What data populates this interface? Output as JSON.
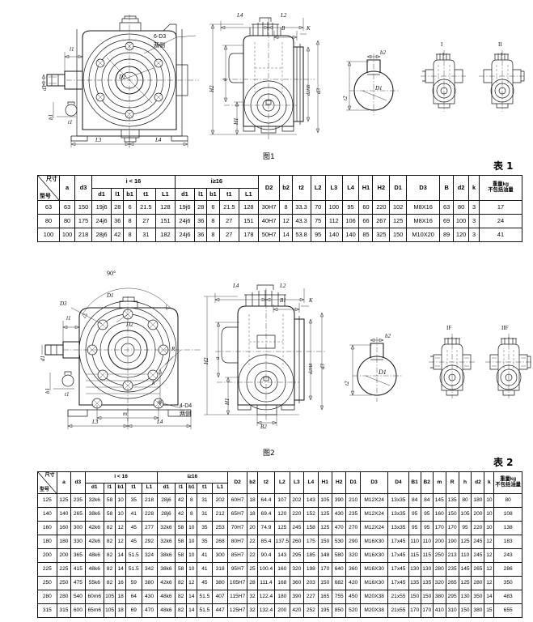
{
  "figures": {
    "fig1": {
      "caption": "图1",
      "labels": {
        "bolt_note": "6-D3",
        "bolt_note_side": "两侧",
        "d2_bore": "D2",
        "l1": "l1",
        "d1": "d1",
        "b1": "b1",
        "t1": "t1",
        "l3": "L3",
        "l4": "L4",
        "h1": "H1",
        "h2": "H2",
        "a": "a",
        "L4_top": "L4",
        "L2_top": "L2",
        "B": "B",
        "K": "K",
        "d2H8": "d2H8",
        "d3": "d3",
        "b2": "b2",
        "D1": "D1",
        "t2": "t2",
        "view_I": "I",
        "view_II": "II"
      }
    },
    "fig2": {
      "caption": "图2",
      "labels": {
        "angle": "90°",
        "D1": "D1",
        "D3": "D3",
        "D2": "D2",
        "R": "R",
        "h": "h",
        "m": "m",
        "bolt_note": "4-D4",
        "bolt_note_side": "两侧",
        "l1": "l1",
        "d1": "d1",
        "b1": "b1",
        "t1": "t1",
        "L3": "L3",
        "L4": "L4",
        "H1": "H1",
        "H2": "H2",
        "a": "a",
        "L4_top": "L4",
        "L2_top": "L2",
        "B1": "B1",
        "B2": "B2",
        "K": "K",
        "d2H8": "d2H8",
        "d3": "d3",
        "b2": "b2",
        "keyway_D1": "D1",
        "t2": "t2",
        "view_IF": "IF",
        "view_IIF": "IIF"
      }
    }
  },
  "table1": {
    "caption": "表 1",
    "corner_top": "尺寸",
    "corner_bottom": "型号",
    "group_i_lt": "i < 16",
    "group_i_ge": "i≥16",
    "headers": [
      "a",
      "d3",
      "d1",
      "l1",
      "b1",
      "t1",
      "L1",
      "d1",
      "l1",
      "b1",
      "t1",
      "L1",
      "D2",
      "b2",
      "t2",
      "L2",
      "L3",
      "L4",
      "H1",
      "H2",
      "D1",
      "D3",
      "B",
      "d2",
      "k"
    ],
    "weight_header_line1": "重量kg",
    "weight_header_line2": "不包括油量",
    "rows": [
      {
        "model": "63",
        "cells": [
          "63",
          "150",
          "19j6",
          "28",
          "6",
          "21.5",
          "128",
          "19j6",
          "28",
          "6",
          "21.5",
          "128",
          "30H7",
          "8",
          "33.3",
          "70",
          "100",
          "95",
          "60",
          "220",
          "102",
          "M8X16",
          "63",
          "80",
          "3"
        ],
        "weight": "17"
      },
      {
        "model": "80",
        "cells": [
          "80",
          "175",
          "24j6",
          "36",
          "8",
          "27",
          "151",
          "24j6",
          "36",
          "8",
          "27",
          "151",
          "40H7",
          "12",
          "43.3",
          "75",
          "112",
          "106",
          "66",
          "267",
          "125",
          "M8X16",
          "69",
          "100",
          "3"
        ],
        "weight": "24"
      },
      {
        "model": "100",
        "cells": [
          "100",
          "218",
          "28j6",
          "42",
          "8",
          "31",
          "182",
          "24j6",
          "36",
          "8",
          "27",
          "178",
          "50H7",
          "14",
          "53.8",
          "95",
          "140",
          "140",
          "85",
          "325",
          "150",
          "M10X20",
          "89",
          "120",
          "3"
        ],
        "weight": "41"
      }
    ]
  },
  "table2": {
    "caption": "表 2",
    "corner_top": "尺寸",
    "corner_bottom": "型号",
    "group_i_lt": "i < 16",
    "group_i_ge": "i≥16",
    "headers": [
      "a",
      "d3",
      "d1",
      "l1",
      "b1",
      "t1",
      "L1",
      "d1",
      "l1",
      "b1",
      "t1",
      "L1",
      "D2",
      "b2",
      "t2",
      "L2",
      "L3",
      "L4",
      "H1",
      "H2",
      "D1",
      "D3",
      "D4",
      "B1",
      "B2",
      "m",
      "R",
      "h",
      "d2",
      "k"
    ],
    "weight_header_line1": "重量kg",
    "weight_header_line2": "不包括油量",
    "rows": [
      {
        "model": "125",
        "cells": [
          "125",
          "235",
          "32k6",
          "58",
          "10",
          "35",
          "218",
          "28j6",
          "42",
          "8",
          "31",
          "202",
          "60H7",
          "18",
          "64.4",
          "107",
          "202",
          "143",
          "105",
          "390",
          "210",
          "M12X24",
          "13x35",
          "84",
          "84",
          "145",
          "135",
          "80",
          "180",
          "10"
        ],
        "weight": "80"
      },
      {
        "model": "140",
        "cells": [
          "140",
          "265",
          "38k6",
          "58",
          "10",
          "41",
          "228",
          "28j6",
          "42",
          "8",
          "31",
          "212",
          "65H7",
          "18",
          "69.4",
          "120",
          "220",
          "152",
          "125",
          "430",
          "235",
          "M12X24",
          "13x35",
          "95",
          "95",
          "160",
          "150",
          "105",
          "200",
          "10"
        ],
        "weight": "108"
      },
      {
        "model": "160",
        "cells": [
          "160",
          "300",
          "42k6",
          "82",
          "12",
          "45",
          "277",
          "32k6",
          "58",
          "10",
          "35",
          "253",
          "70H7",
          "20",
          "74.9",
          "125",
          "245",
          "158",
          "125",
          "470",
          "270",
          "M12X24",
          "13x35",
          "95",
          "95",
          "170",
          "170",
          "95",
          "220",
          "10"
        ],
        "weight": "138"
      },
      {
        "model": "180",
        "cells": [
          "180",
          "330",
          "42k6",
          "82",
          "12",
          "45",
          "292",
          "32k6",
          "58",
          "10",
          "35",
          "268",
          "80H7",
          "22",
          "85.4",
          "137.5",
          "260",
          "175",
          "150",
          "530",
          "290",
          "M16X30",
          "17x45",
          "110",
          "110",
          "200",
          "190",
          "125",
          "245",
          "12"
        ],
        "weight": "183"
      },
      {
        "model": "200",
        "cells": [
          "200",
          "365",
          "48k6",
          "82",
          "14",
          "51.5",
          "324",
          "38k6",
          "58",
          "10",
          "41",
          "300",
          "85H7",
          "22",
          "90.4",
          "143",
          "295",
          "185",
          "148",
          "580",
          "320",
          "M16X30",
          "17x45",
          "115",
          "115",
          "250",
          "213",
          "110",
          "245",
          "12"
        ],
        "weight": "243"
      },
      {
        "model": "225",
        "cells": [
          "225",
          "415",
          "48k6",
          "82",
          "14",
          "51.5",
          "342",
          "38k6",
          "58",
          "10",
          "41",
          "318",
          "95H7",
          "25",
          "100.4",
          "160",
          "320",
          "198",
          "170",
          "640",
          "360",
          "M16X30",
          "17x45",
          "130",
          "130",
          "280",
          "235",
          "145",
          "265",
          "12"
        ],
        "weight": "286"
      },
      {
        "model": "250",
        "cells": [
          "250",
          "475",
          "55k6",
          "82",
          "16",
          "59",
          "380",
          "42k6",
          "82",
          "12",
          "45",
          "380",
          "105H7",
          "28",
          "111.4",
          "168",
          "360",
          "203",
          "150",
          "682",
          "420",
          "M16X30",
          "17x45",
          "135",
          "135",
          "320",
          "265",
          "125",
          "280",
          "12"
        ],
        "weight": "350"
      },
      {
        "model": "280",
        "cells": [
          "280",
          "540",
          "60m6",
          "105",
          "18",
          "64",
          "430",
          "48k6",
          "82",
          "14",
          "51.5",
          "407",
          "115H7",
          "32",
          "122.4",
          "180",
          "390",
          "227",
          "165",
          "755",
          "450",
          "M20X38",
          "21x55",
          "150",
          "150",
          "380",
          "295",
          "130",
          "350",
          "14"
        ],
        "weight": "483"
      },
      {
        "model": "315",
        "cells": [
          "315",
          "600",
          "65m6",
          "105",
          "18",
          "69",
          "470",
          "48k6",
          "82",
          "14",
          "51.5",
          "447",
          "125H7",
          "32",
          "132.4",
          "200",
          "420",
          "252",
          "195",
          "850",
          "520",
          "M20X38",
          "21x55",
          "170",
          "170",
          "410",
          "310",
          "150",
          "380",
          "15"
        ],
        "weight": "655"
      }
    ]
  }
}
